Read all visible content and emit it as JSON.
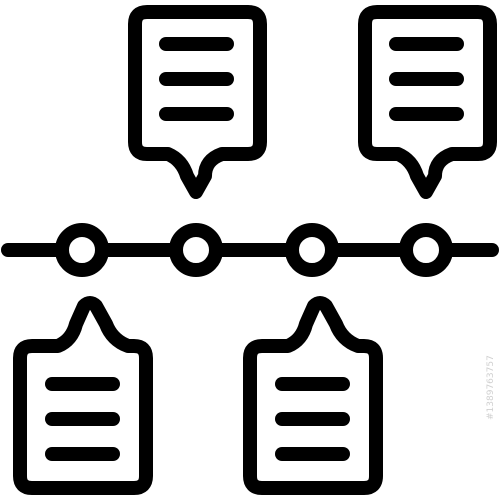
{
  "icon": {
    "name": "timeline-icon",
    "stroke_color": "#000000",
    "background_color": "#ffffff",
    "nodes": 4,
    "notes_above": 2,
    "notes_below": 2,
    "text_lines_per_note": 3
  },
  "watermark": {
    "id_text": "#1389763757"
  }
}
